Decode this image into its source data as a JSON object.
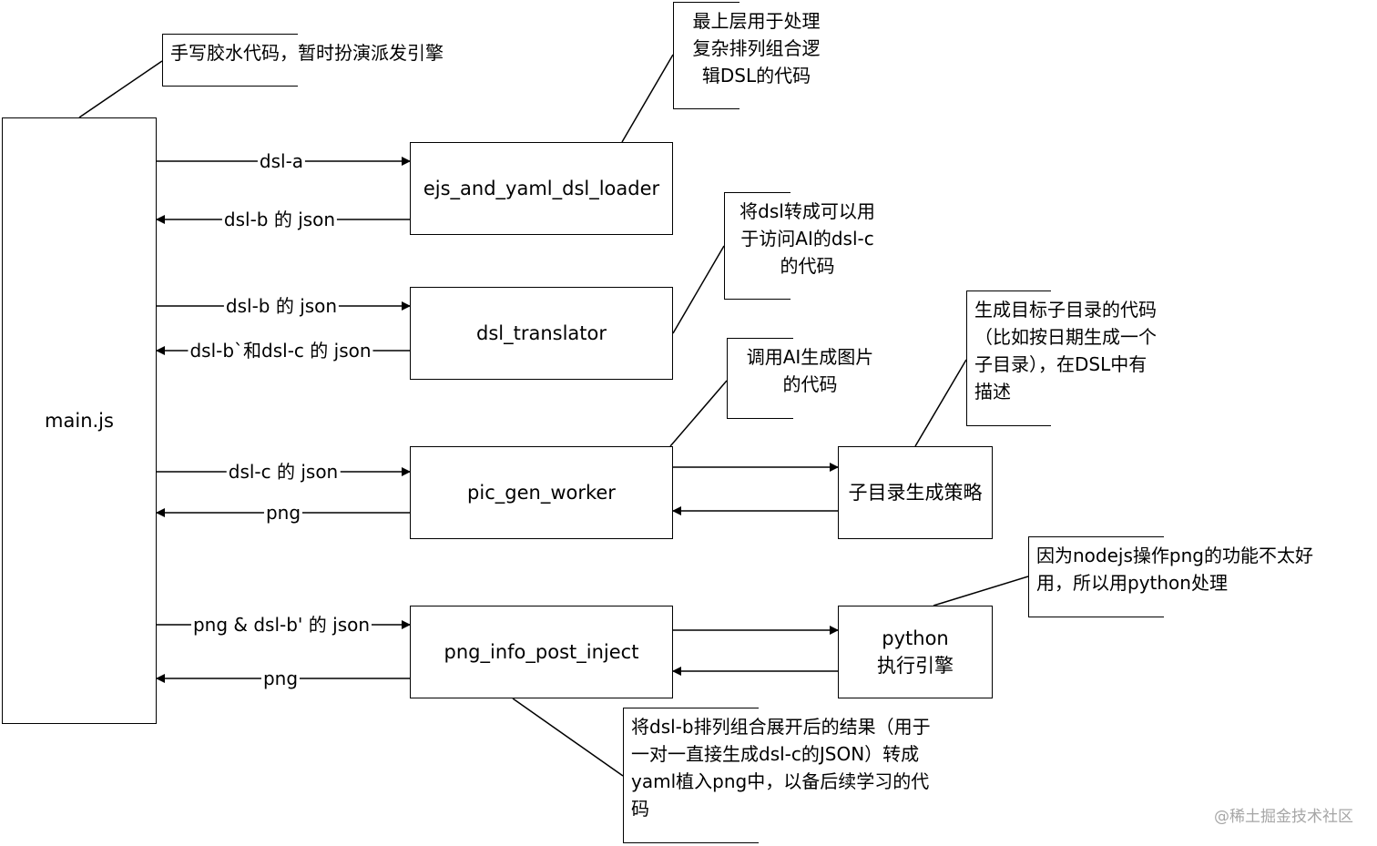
{
  "nodes": {
    "main": "main.js",
    "loader": "ejs_and_yaml_dsl_loader",
    "translator": "dsl_translator",
    "picgen": "pic_gen_worker",
    "subdir": "子目录生成策略",
    "postinject": "png_info_post_inject",
    "python": [
      "python",
      "执行引擎"
    ]
  },
  "edges": {
    "main_to_loader": "dsl-a",
    "loader_to_main": "dsl-b 的 json",
    "main_to_translator": "dsl-b 的 json",
    "translator_to_main": "dsl-b`和dsl-c 的 json",
    "main_to_picgen": "dsl-c 的 json",
    "picgen_to_main": "png",
    "main_to_postinject": "png & dsl-b' 的 json",
    "postinject_to_main": "png"
  },
  "notes": {
    "main": [
      "手写胶水代码，暂时扮演派发引擎"
    ],
    "loader": [
      "最上层用于处理",
      "复杂排列组合逻",
      "辑DSL的代码"
    ],
    "translator": [
      "将dsl转成可以用",
      "于访问AI的dsl-c",
      "的代码"
    ],
    "picgen": [
      "调用AI生成图片",
      "的代码"
    ],
    "subdir": [
      "生成目标子目录的代码",
      "（比如按日期生成一个",
      "子目录），在DSL中有",
      "描述"
    ],
    "python": [
      "因为nodejs操作png的功能不太好",
      "用，所以用python处理"
    ],
    "postinject": [
      "将dsl-b排列组合展开后的结果（用于",
      "一对一直接生成dsl-c的JSON）转成",
      "yaml植入png中，以备后续学习的代",
      "码"
    ]
  },
  "watermark": "@稀土掘金技术社区"
}
